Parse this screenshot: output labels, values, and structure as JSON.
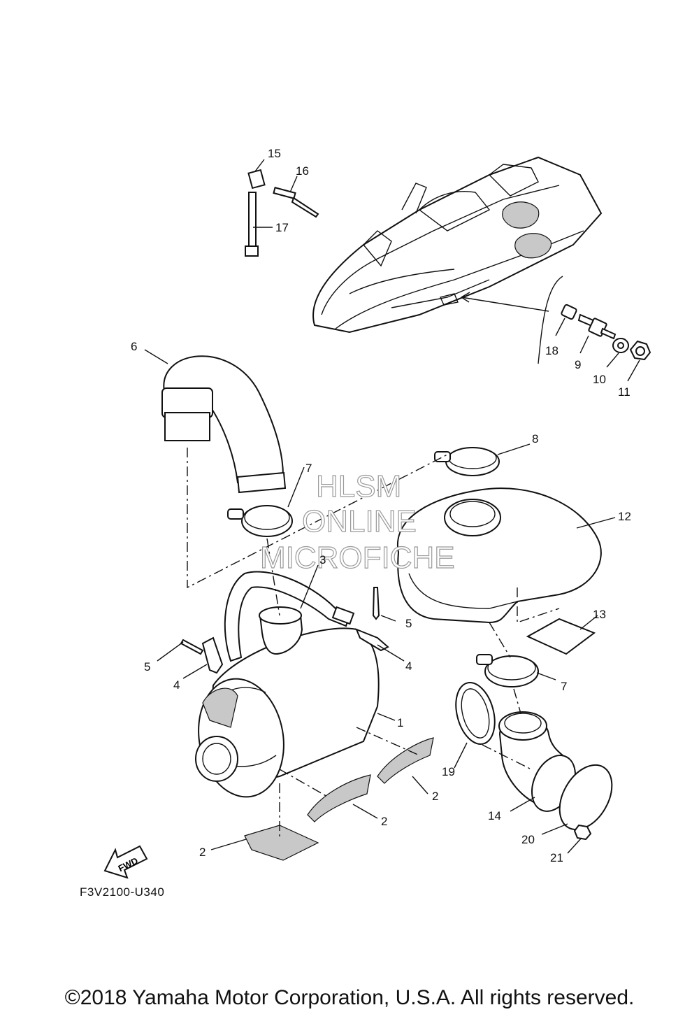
{
  "callouts": {
    "c1": "1",
    "c2a": "2",
    "c2b": "2",
    "c2c": "2",
    "c3": "3",
    "c4a": "4",
    "c4b": "4",
    "c5a": "5",
    "c5b": "5",
    "c6": "6",
    "c7a": "7",
    "c7b": "7",
    "c8": "8",
    "c9": "9",
    "c10": "10",
    "c11": "11",
    "c12": "12",
    "c13": "13",
    "c14": "14",
    "c15": "15",
    "c16": "16",
    "c17": "17",
    "c18": "18",
    "c19": "19",
    "c20": "20",
    "c21": "21"
  },
  "watermark": {
    "line1": "HLSM",
    "line2": "ONLINE",
    "line3": "MICROFICHE"
  },
  "fwd_label": "FWD",
  "diagram_code": "F3V2100-U340",
  "copyright": "©2018 Yamaha Motor Corporation, U.S.A. All rights reserved."
}
